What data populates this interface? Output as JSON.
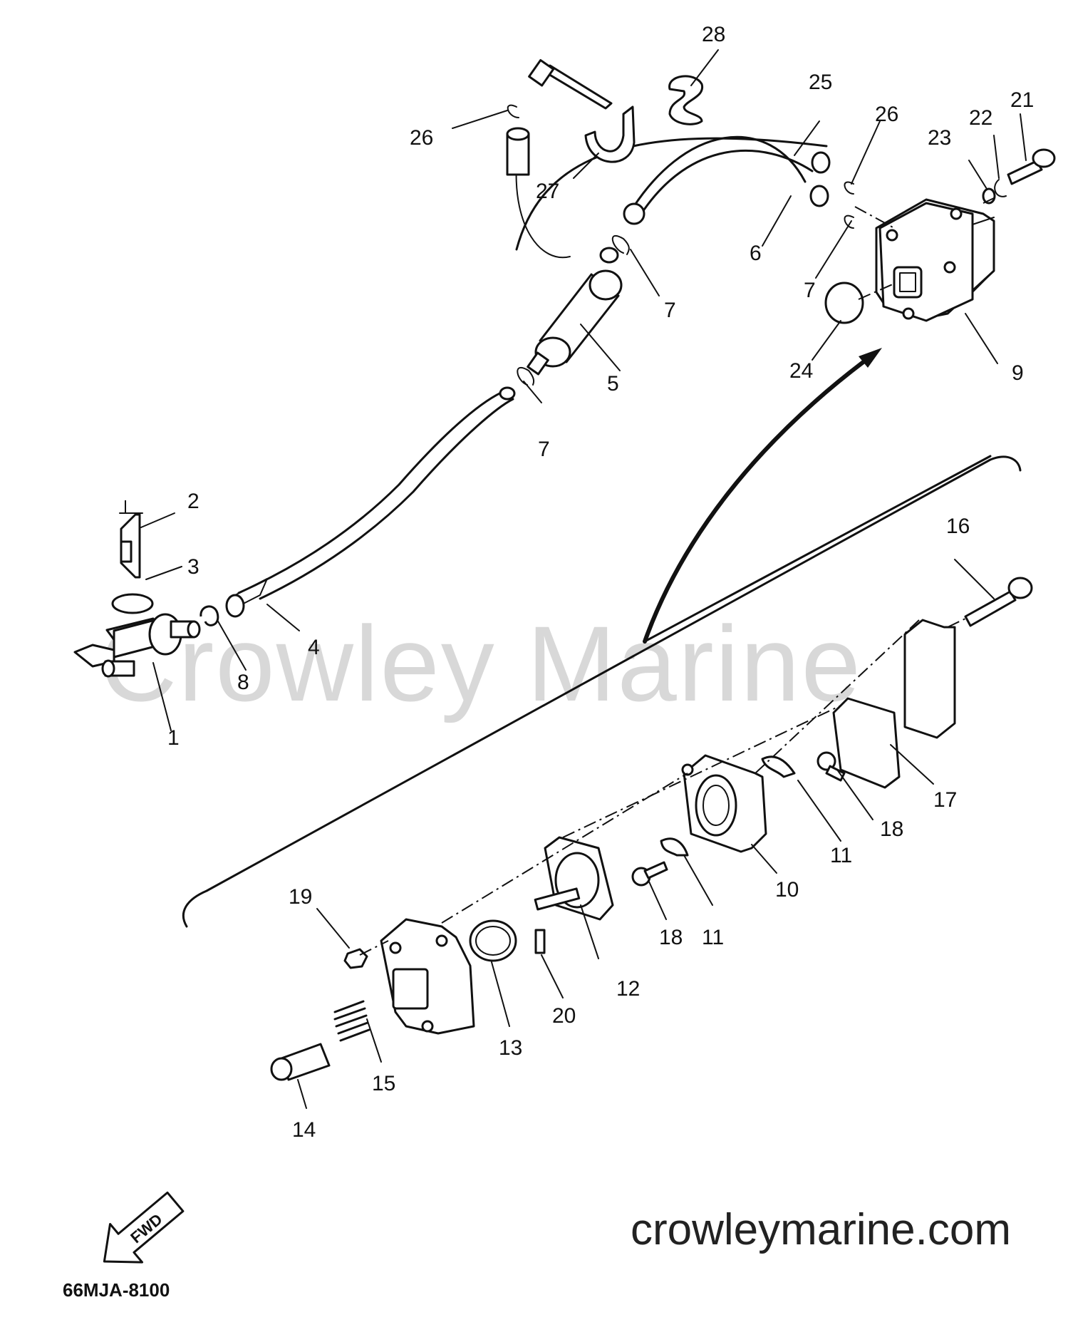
{
  "watermark": "Crowley Marine",
  "website": "crowleymarine.com",
  "diagram_code": "66MJA-8100",
  "fwd_label": "FWD",
  "callouts": {
    "c1": "1",
    "c2": "2",
    "c3": "3",
    "c4": "4",
    "c5": "5",
    "c6": "6",
    "c7a": "7",
    "c7b": "7",
    "c7c": "7",
    "c8": "8",
    "c9": "9",
    "c10": "10",
    "c11a": "11",
    "c11b": "11",
    "c12": "12",
    "c13": "13",
    "c14": "14",
    "c15": "15",
    "c16": "16",
    "c17": "17",
    "c18a": "18",
    "c18b": "18",
    "c19": "19",
    "c20": "20",
    "c21": "21",
    "c22": "22",
    "c23": "23",
    "c24": "24",
    "c25": "25",
    "c26a": "26",
    "c26b": "26",
    "c27": "27",
    "c28": "28"
  }
}
